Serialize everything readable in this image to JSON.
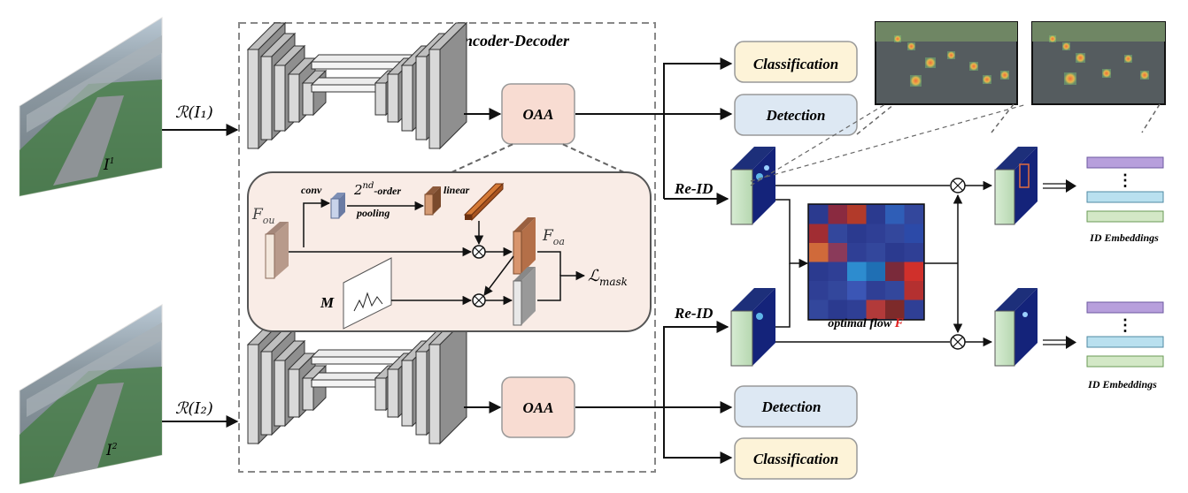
{
  "inputs": [
    {
      "symbol": "I",
      "subscript": "1",
      "transform_label": "ℛ(I₁)"
    },
    {
      "symbol": "I",
      "subscript": "2",
      "transform_label": "ℛ(I₂)"
    }
  ],
  "encoder": {
    "title": "Encoder-Decoder",
    "oaa_label": "OAA"
  },
  "oaa_detail": {
    "f_in": "F",
    "f_in_sub": "ou",
    "conv": "conv",
    "second_order_base": "2",
    "second_order_sup": "nd",
    "second_order_suffix": "-order",
    "pooling": "pooling",
    "linear": "linear",
    "f_out": "F",
    "f_out_sub": "oa",
    "mask_symbol": "M",
    "loss": "ℒ",
    "loss_sub": "mask"
  },
  "heads_top": {
    "classification": "Classification",
    "detection": "Detection",
    "reid": "Re-ID"
  },
  "heads_bottom": {
    "reid": "Re-ID",
    "detection": "Detection",
    "classification": "Classification"
  },
  "optimal_flow": {
    "label": "optimal flow ",
    "symbol": "F"
  },
  "embeddings": {
    "label_top": "ID Embeddings",
    "label_bottom": "ID Embeddings",
    "dots": "⋮"
  },
  "colors": {
    "classification_fill": "#fdf3d8",
    "detection_fill": "#dde8f3",
    "oaa_fill": "#f8dcd2",
    "detail_fill": "#f9ece6",
    "emb_purple": "#b79fdc",
    "emb_blue": "#b9e0ef",
    "emb_green": "#d3e8c6",
    "flow_accent": "#e0201f"
  }
}
